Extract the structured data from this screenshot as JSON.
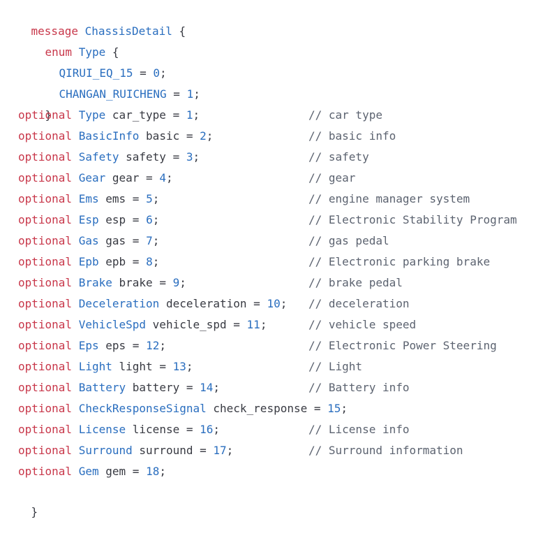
{
  "message": {
    "keyword": "message",
    "name": "ChassisDetail",
    "open_brace": "{",
    "close_brace": "}"
  },
  "enum_block": {
    "keyword": "enum",
    "name": "Type",
    "open_brace": "{",
    "close_brace": "}",
    "values": [
      {
        "name": "QIRUI_EQ_15",
        "num": "0"
      },
      {
        "name": "CHANGAN_RUICHENG",
        "num": "1"
      }
    ]
  },
  "fields": [
    {
      "label": "optional",
      "type": "Type",
      "name": "car_type",
      "num": "1",
      "comment": "// car type"
    },
    {
      "label": "optional",
      "type": "BasicInfo",
      "name": "basic",
      "num": "2",
      "comment": "// basic info"
    },
    {
      "label": "optional",
      "type": "Safety",
      "name": "safety",
      "num": "3",
      "comment": "// safety"
    },
    {
      "label": "optional",
      "type": "Gear",
      "name": "gear",
      "num": "4",
      "comment": "// gear"
    },
    {
      "label": "optional",
      "type": "Ems",
      "name": "ems",
      "num": "5",
      "comment": "// engine manager system"
    },
    {
      "label": "optional",
      "type": "Esp",
      "name": "esp",
      "num": "6",
      "comment": "// Electronic Stability Program"
    },
    {
      "label": "optional",
      "type": "Gas",
      "name": "gas",
      "num": "7",
      "comment": "// gas pedal"
    },
    {
      "label": "optional",
      "type": "Epb",
      "name": "epb",
      "num": "8",
      "comment": "// Electronic parking brake"
    },
    {
      "label": "optional",
      "type": "Brake",
      "name": "brake",
      "num": "9",
      "comment": "// brake pedal"
    },
    {
      "label": "optional",
      "type": "Deceleration",
      "name": "deceleration",
      "num": "10",
      "comment": "// deceleration"
    },
    {
      "label": "optional",
      "type": "VehicleSpd",
      "name": "vehicle_spd",
      "num": "11",
      "comment": "// vehicle speed"
    },
    {
      "label": "optional",
      "type": "Eps",
      "name": "eps",
      "num": "12",
      "comment": "// Electronic Power Steering"
    },
    {
      "label": "optional",
      "type": "Light",
      "name": "light",
      "num": "13",
      "comment": "// Light"
    },
    {
      "label": "optional",
      "type": "Battery",
      "name": "battery",
      "num": "14",
      "comment": "// Battery info"
    },
    {
      "label": "optional",
      "type": "CheckResponseSignal",
      "name": "check_response",
      "num": "15",
      "comment": ""
    },
    {
      "label": "optional",
      "type": "License",
      "name": "license",
      "num": "16",
      "comment": "// License info"
    },
    {
      "label": "optional",
      "type": "Surround",
      "name": "surround",
      "num": "17",
      "comment": "// Surround information"
    },
    {
      "label": "optional",
      "type": "Gem",
      "name": "gem",
      "num": "18",
      "comment": ""
    }
  ],
  "colors": {
    "keyword": "#c8374a",
    "type": "#2a6ebf",
    "number": "#2a6ebf",
    "plain": "#383a42",
    "comment": "#5c6370"
  }
}
